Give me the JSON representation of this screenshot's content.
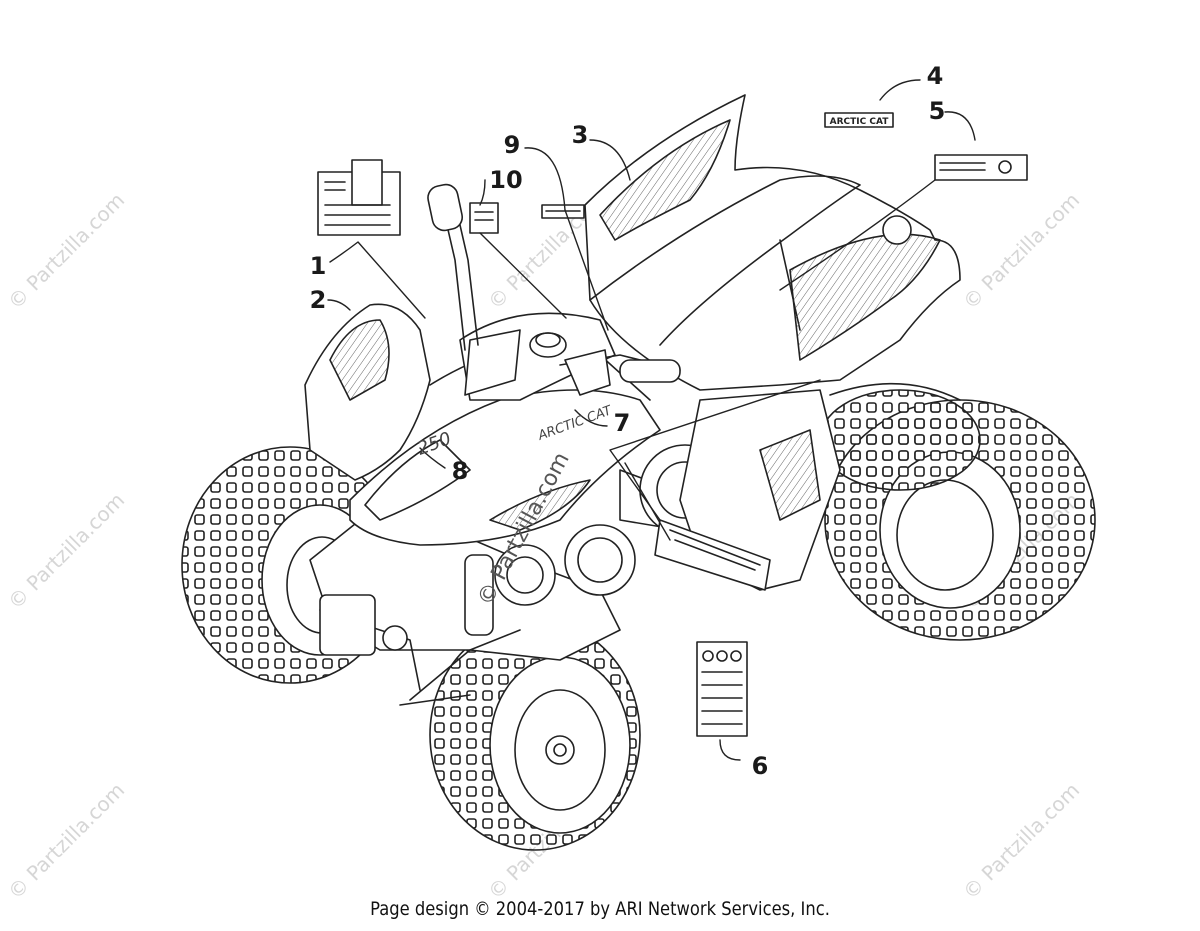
{
  "callouts": [
    {
      "id": "1",
      "label": "1"
    },
    {
      "id": "2",
      "label": "2"
    },
    {
      "id": "3",
      "label": "3"
    },
    {
      "id": "4",
      "label": "4"
    },
    {
      "id": "5",
      "label": "5"
    },
    {
      "id": "6",
      "label": "6"
    },
    {
      "id": "7",
      "label": "7"
    },
    {
      "id": "8",
      "label": "8"
    },
    {
      "id": "9",
      "label": "9"
    },
    {
      "id": "10",
      "label": "10"
    }
  ],
  "decal_texts": {
    "arctic_cat": "ARCTIC CAT",
    "model": "250",
    "side_brand": "ARCTIC CAT"
  },
  "watermark": "© Partzilla.com",
  "footer": "Page design © 2004-2017 by ARI Network Services, Inc."
}
